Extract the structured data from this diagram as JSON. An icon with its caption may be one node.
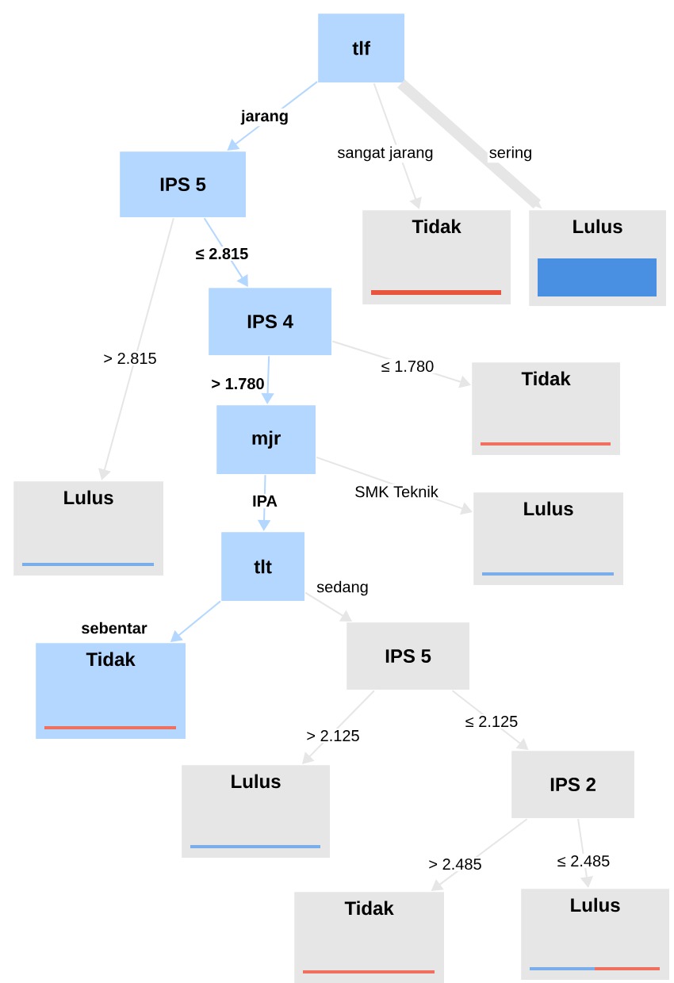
{
  "diagram": {
    "nodes": [
      {
        "text": [
          "tlf"
        ]
      },
      {
        "text": [
          "IPS 5"
        ]
      },
      {
        "text": [
          "Tidak"
        ]
      },
      {
        "text": [
          "Lulus"
        ]
      },
      {
        "text": [
          "IPS 4"
        ]
      },
      {
        "text": [
          "Tidak"
        ]
      },
      {
        "text": [
          "Lulus"
        ]
      },
      {
        "text": [
          "mjr"
        ]
      },
      {
        "text": [
          "Lulus"
        ]
      },
      {
        "text": [
          "tlt"
        ]
      },
      {
        "text": [
          "Tidak"
        ]
      },
      {
        "text": [
          "IPS 5"
        ]
      },
      {
        "text": [
          "Lulus"
        ]
      },
      {
        "text": [
          "IPS 2"
        ]
      },
      {
        "text": [
          "Tidak"
        ]
      },
      {
        "text": [
          "Lulus"
        ]
      }
    ],
    "edges": [
      {
        "from": 0,
        "to": 1,
        "arrow": "to",
        "label": "jarang",
        "color": "#b3d7ff"
      },
      {
        "from": 0,
        "to": 2,
        "arrow": "to",
        "label": "sangat jarang"
      },
      {
        "from": 0,
        "to": 3,
        "arrow": "to",
        "label": "sering",
        "style": "thick"
      },
      {
        "from": 1,
        "to": 4,
        "arrow": "to",
        "label": "≤ 2.815",
        "color": "#b3d7ff"
      },
      {
        "from": 1,
        "to": 6,
        "arrow": "to",
        "label": "> 2.815"
      },
      {
        "from": 4,
        "to": 5,
        "arrow": "to",
        "label": "≤ 1.780"
      },
      {
        "from": 4,
        "to": 7,
        "arrow": "to",
        "label": "> 1.780",
        "color": "#b3d7ff"
      },
      {
        "from": 7,
        "to": 8,
        "arrow": "to",
        "label": "SMK Teknik"
      },
      {
        "from": 7,
        "to": 9,
        "arrow": "to",
        "label": "IPA",
        "color": "#b3d7ff"
      },
      {
        "from": 9,
        "to": 10,
        "arrow": "to",
        "label": "sebentar",
        "color": "#b3d7ff"
      },
      {
        "from": 9,
        "to": 11,
        "arrow": "to",
        "label": "sedang"
      },
      {
        "from": 11,
        "to": 12,
        "arrow": "to",
        "label": "> 2.125"
      },
      {
        "from": 11,
        "to": 13,
        "arrow": "to",
        "label": "≤ 2.125"
      },
      {
        "from": 13,
        "to": 14,
        "arrow": "to",
        "label": "> 2.485"
      },
      {
        "from": 13,
        "to": 15,
        "arrow": "to",
        "label": "≤ 2.485"
      }
    ]
  }
}
